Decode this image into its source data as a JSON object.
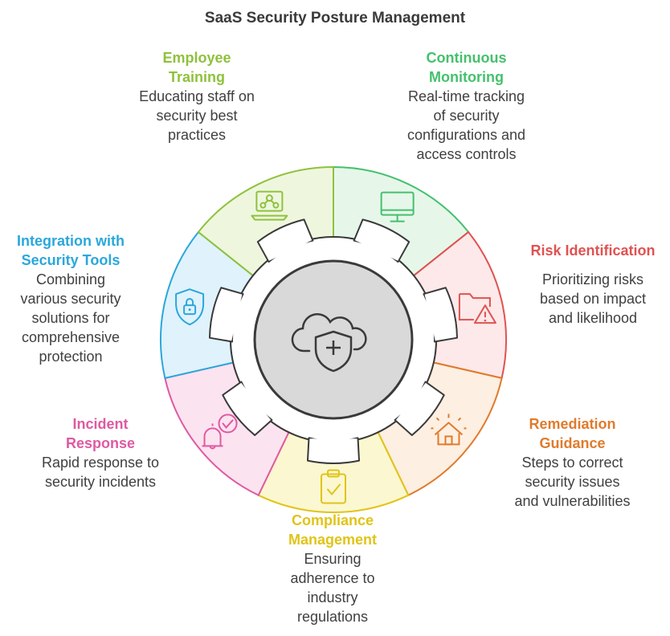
{
  "title": "SaaS Security Posture Management",
  "segments": [
    {
      "id": "continuous-monitoring",
      "title": "Continuous\nMonitoring",
      "description": "Real-time tracking\nof security\nconfigurations and\naccess controls",
      "color": "#45c06d",
      "fill": "#e6f7ea",
      "icon": "monitor-icon"
    },
    {
      "id": "risk-identification",
      "title": "Risk Identification",
      "description": "Prioritizing risks\nbased on impact\nand likelihood",
      "color": "#e05252",
      "fill": "#fde9e9",
      "icon": "folder-warning-icon"
    },
    {
      "id": "remediation-guidance",
      "title": "Remediation\nGuidance",
      "description": "Steps to correct\nsecurity issues\nand vulnerabilities",
      "color": "#e07b2c",
      "fill": "#fdefe1",
      "icon": "house-icon"
    },
    {
      "id": "compliance-management",
      "title": "Compliance\nManagement",
      "description": "Ensuring\nadherence to\nindustry\nregulations",
      "color": "#e0c418",
      "fill": "#fbf7d0",
      "icon": "clipboard-check-icon"
    },
    {
      "id": "incident-response",
      "title": "Incident\nResponse",
      "description": "Rapid response to\nsecurity incidents",
      "color": "#de5aa2",
      "fill": "#fce3f0",
      "icon": "bell-check-icon"
    },
    {
      "id": "integration-security-tools",
      "title": "Integration with\nSecurity Tools",
      "description": "Combining\nvarious security\nsolutions for\ncomprehensive\nprotection",
      "color": "#2aa7dc",
      "fill": "#e0f2fb",
      "icon": "lock-shield-icon"
    },
    {
      "id": "employee-training",
      "title": "Employee\nTraining",
      "description": "Educating staff on\nsecurity best\npractices",
      "color": "#8fc13c",
      "fill": "#eef7de",
      "icon": "laptop-user-icon"
    }
  ],
  "center": {
    "icon": "cloud-shield-icon",
    "fill": "#d9d9d9",
    "stroke": "#3a3a3a"
  }
}
